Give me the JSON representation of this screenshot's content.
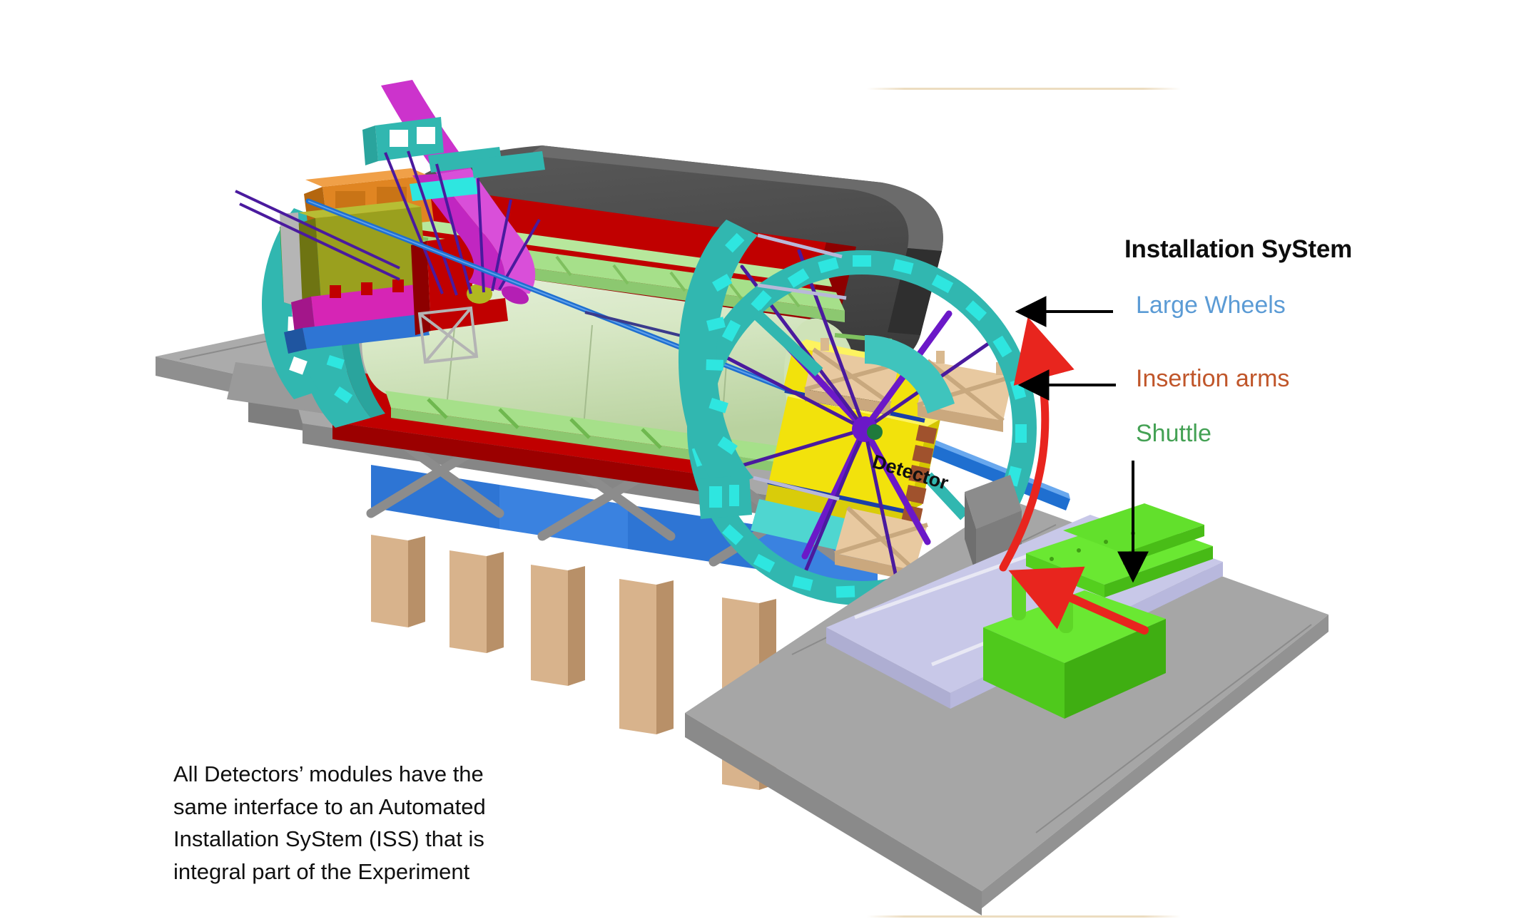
{
  "figure": {
    "type": "technical-3d-diagram",
    "subject": "Automated Installation SyStem (ISS) for detector modules",
    "background_color": "#ffffff"
  },
  "legend": {
    "title": "Installation SyStem",
    "title_color": "#0d0d0d",
    "items": [
      {
        "label": "Large Wheels",
        "color": "#5b9bd5",
        "pointer": "black-straight-arrow-left"
      },
      {
        "label": "Insertion  arms",
        "color": "#c0562a",
        "pointer": "black-straight-arrow-left"
      },
      {
        "label": "Shuttle",
        "color": "#44a154",
        "pointer": "black-straight-arrow-down"
      }
    ]
  },
  "annotations": {
    "detector_label": "Detector",
    "rotation_arrow_color": "#e8251e",
    "translation_arrow_color": "#e8251e"
  },
  "caption": {
    "lines": [
      "All  Detectors’  modules  have  the",
      "same  interface  to  an  Automated",
      "Installation  SyStem  (ISS)  that  is",
      "integral part of the Experiment"
    ]
  },
  "palette": {
    "cryostat_shell": "#4d4d4d",
    "red_band": "#c00000",
    "inner_detector": "#c8e0b4",
    "large_wheel_teal": "#31b7b0",
    "large_wheel_teal_light": "#2ee6e0",
    "insertion_arm_tan": "#e8c9a0",
    "detector_yellow": "#f2e20c",
    "shuttle_green": "#5fdd2a",
    "floor_grey": "#a6a6a6",
    "floor_grey_dark": "#8c8c8c",
    "rail_lavender": "#c8c8e8",
    "support_blue": "#2e75d4",
    "leg_tan": "#d8b38c",
    "beam_blue": "#1f6fd0",
    "rod_purple": "#6b18c8",
    "ribbon_magenta": "#cc33cc",
    "module_orange": "#e08522",
    "module_olive": "#9aa01e",
    "module_magenta": "#d625b5",
    "hairline_rule": "#ecdcc0"
  }
}
